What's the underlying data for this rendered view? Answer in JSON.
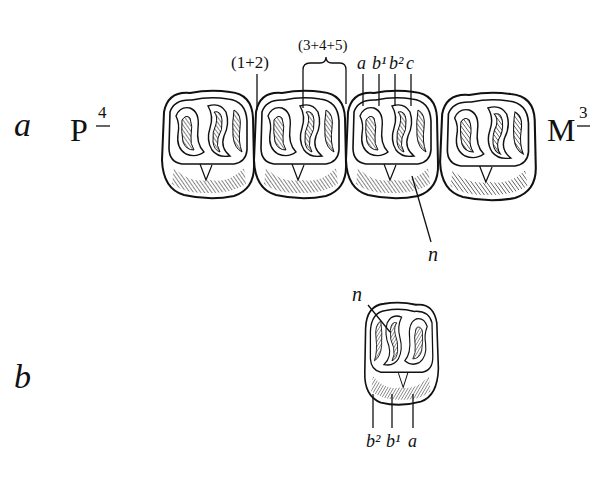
{
  "diagram": {
    "labels": [
      "a",
      "P",
      "4",
      "(1+2)",
      "(3+4+5)",
      "a",
      "b¹",
      "b²",
      "c",
      "M",
      "3",
      "n",
      "b",
      "n",
      "b²",
      "b¹",
      "a"
    ]
  }
}
